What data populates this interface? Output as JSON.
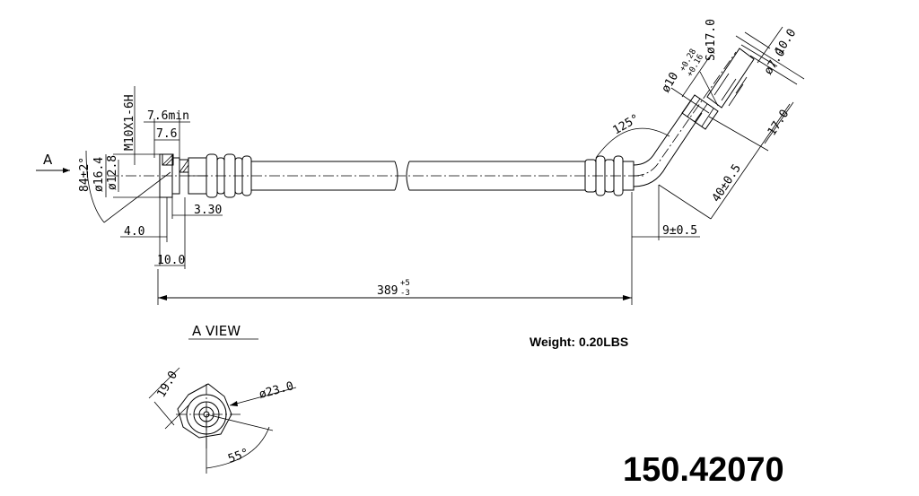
{
  "drawing": {
    "view_marker": "A",
    "view_title": "A VIEW",
    "weight_label": "Weight: 0.20LBS",
    "part_number": "150.42070"
  },
  "dimensions": {
    "thread": "M10X1-6H",
    "len_7_6_min": "7.6min",
    "len_7_6": "7.6",
    "dia_16_4": "ø16.4",
    "dia_12_8": "ø12.8",
    "angle_84": "84±2°",
    "len_3_30": "3.30",
    "len_4_0": "4.0",
    "len_10_0_left": "10.0",
    "total_length": "389",
    "total_tol_plus": "+5",
    "total_tol_minus": "-3",
    "angle_125": "125°",
    "len_9": "9±0.5",
    "len_40": "40±0.5",
    "len_17": "17.0",
    "dia_7": "ø7.0",
    "len_10_0_right": "10.0",
    "sphere_17": "Sø17.0",
    "dia_10_tol": "ø10",
    "dia_10_tol_sup": "+0.28",
    "dia_10_tol_sub": "+0.16",
    "view_19": "19.0",
    "view_dia_23": "ø23.0",
    "view_angle_55": "55°"
  }
}
